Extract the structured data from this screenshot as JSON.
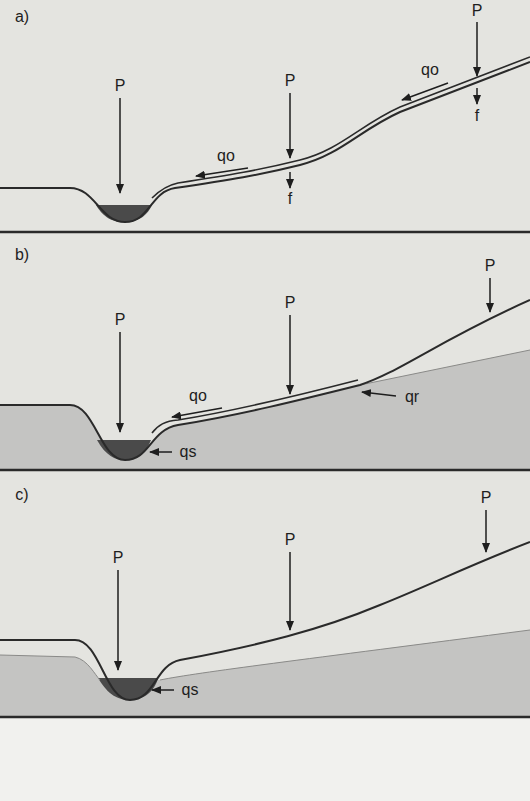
{
  "diagram": {
    "labels": [
      "a)",
      "P",
      "P",
      "P",
      "qo",
      "qo",
      "f",
      "f",
      "b)",
      "P",
      "P",
      "P",
      "qo",
      "qr",
      "qs",
      "c)",
      "P",
      "P",
      "P",
      "qs"
    ]
  }
}
